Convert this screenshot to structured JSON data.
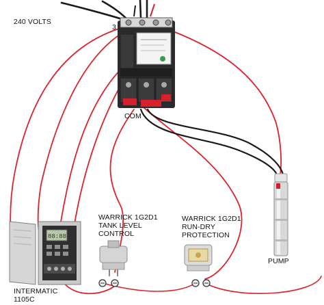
{
  "labels": {
    "volts": "240 VOLTS",
    "terminal_number": "3",
    "com": "COM",
    "pump": "PUMP",
    "tank_level": [
      "WARRICK 1G2D1",
      "TANK LEVEL",
      "CONTROL"
    ],
    "run_dry": [
      "WARRICK 1G2D1",
      "RUN-DRY",
      "PROTECTION"
    ],
    "intermatic": [
      "INTERMATIC",
      "1105C"
    ]
  },
  "colors": {
    "wire_red": "#e0202a",
    "wire_black": "#1a1a1a",
    "contactor_body": "#2b2b2b",
    "accent_red": "#d8202c"
  },
  "components": [
    "contactor",
    "pump",
    "tank-level-control",
    "run-dry-protection",
    "timer"
  ]
}
